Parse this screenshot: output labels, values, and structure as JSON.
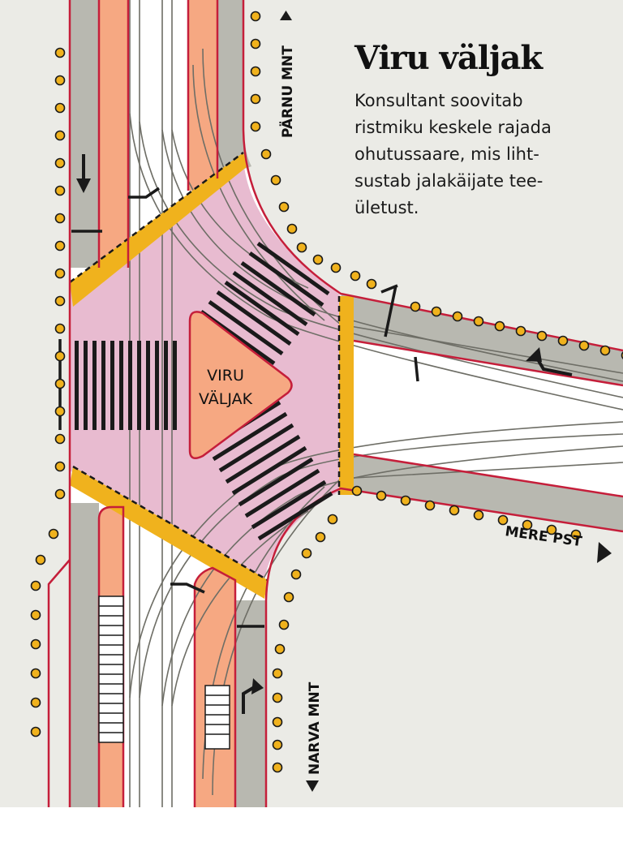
{
  "title": "Viru väljak",
  "description_lines": [
    "Konsultant soovitab",
    "ristmiku keskele rajada",
    "ohutussaare, mis liht-",
    "sustab jalakäijate tee-",
    "ületust."
  ],
  "streets": {
    "north": "PÄRNU MNT",
    "east": "MERE PST",
    "south": "NARVA MNT"
  },
  "island_label_lines": [
    "VIRU",
    "VÄLJAK"
  ],
  "colors": {
    "background": "#ebebe6",
    "road": "#ffffff",
    "lane_gray": "#b8b8b0",
    "bus_lane": "#f6a882",
    "intersection": "#e6b5cc",
    "border": "#c51e3a",
    "tram_track": "#6e6e66",
    "crosswalk": "#1a1a1a",
    "yellow": "#f0b21d",
    "tree_dot": "#f0b21d"
  },
  "icons": [
    "arrow-down-icon",
    "arrow-left-turn-icon",
    "arrow-right-turn-icon",
    "direction-arrow-icon"
  ]
}
